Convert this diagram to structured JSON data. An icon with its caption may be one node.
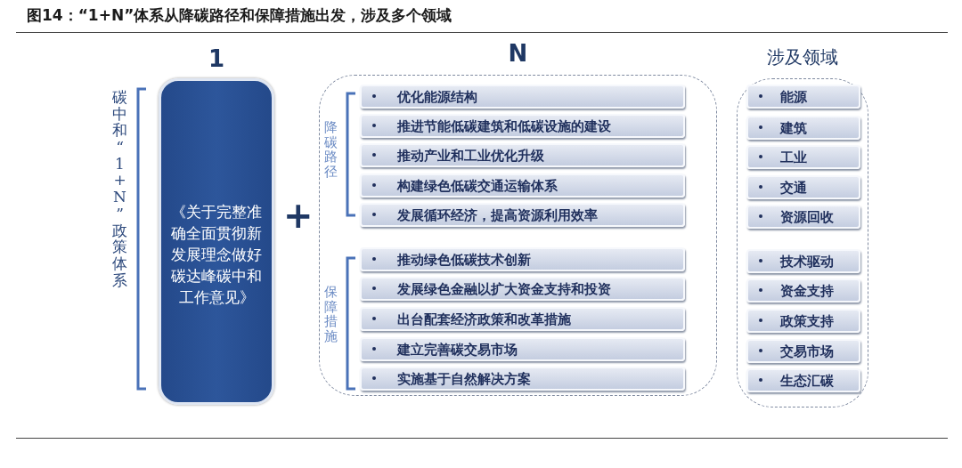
{
  "diagram": {
    "title": "图14：“1+N”体系从降碳路径和保障措施出发，涉及多个领域",
    "nodes": [
      {
        "text": [
          "1",
          "《关于完整准确全面贯彻新发展理念做好碳达峰碳中和工作意见》"
        ]
      },
      {
        "text": [
          "N"
        ]
      },
      {
        "text": [
          "优化能源结构"
        ],
        "in": 1
      },
      {
        "text": [
          "推进节能低碳建筑和低碳设施的建设"
        ],
        "in": 1
      },
      {
        "text": [
          "推动产业和工业优化升级"
        ],
        "in": 1
      },
      {
        "text": [
          "构建绿色低碳交通运输体系"
        ],
        "in": 1
      },
      {
        "text": [
          "发展循环经济，提高资源利用效率"
        ],
        "in": 1
      },
      {
        "text": [
          "推动绿色低碳技术创新"
        ],
        "in": 1
      },
      {
        "text": [
          "发展绿色金融以扩大资金支持和投资"
        ],
        "in": 1
      },
      {
        "text": [
          "出台配套经济政策和改革措施"
        ],
        "in": 1
      },
      {
        "text": [
          "建立完善碳交易市场"
        ],
        "in": 1
      },
      {
        "text": [
          "实施基于自然解决方案"
        ],
        "in": 1
      },
      {
        "text": [
          "涉及领域"
        ]
      },
      {
        "text": [
          "能源"
        ],
        "in": 12
      },
      {
        "text": [
          "建筑"
        ],
        "in": 12
      },
      {
        "text": [
          "工业"
        ],
        "in": 12
      },
      {
        "text": [
          "交通"
        ],
        "in": 12
      },
      {
        "text": [
          "资源回收"
        ],
        "in": 12
      },
      {
        "text": [
          "技术驱动"
        ],
        "in": 12
      },
      {
        "text": [
          "资金支持"
        ],
        "in": 12
      },
      {
        "text": [
          "政策支持"
        ],
        "in": 12
      },
      {
        "text": [
          "交易市场"
        ],
        "in": 12
      },
      {
        "text": [
          "生态汇碳"
        ],
        "in": 12
      }
    ],
    "edges": [],
    "labels": [
      "碳中和“1+N”政策体系",
      "+",
      "降碳路径",
      "保障措施"
    ]
  }
}
